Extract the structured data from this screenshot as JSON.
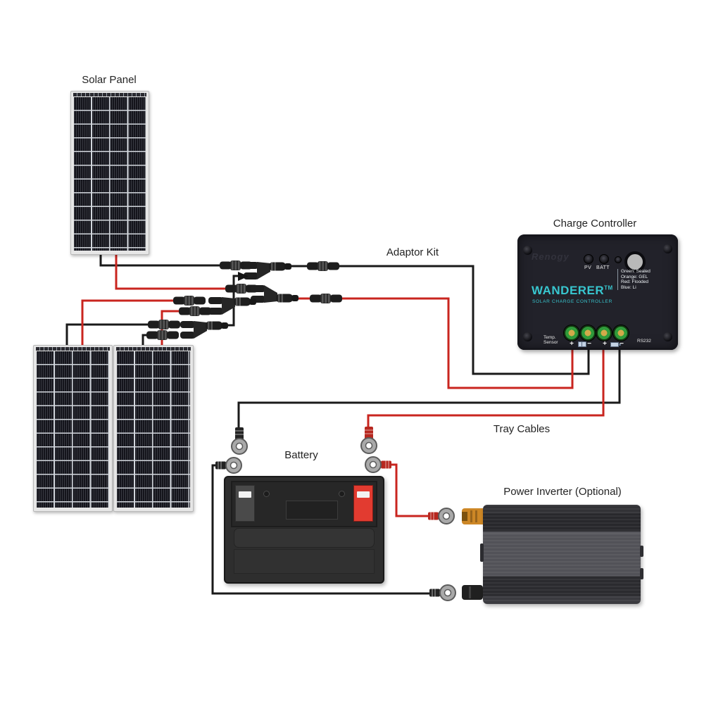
{
  "colors": {
    "wire_red": "#c9251f",
    "wire_black": "#1a1a1a",
    "controller_body": "#22222a",
    "brand_teal": "#38c6cf",
    "terminal_green": "#2f9b3a",
    "terminal_gold": "#d2aa4a",
    "battery_positive_red": "#e23b30",
    "inverter_orange": "#cd8726",
    "panel_cell": "#14141b"
  },
  "labels": {
    "solar_panel": "Solar Panel",
    "adaptor_kit": "Adaptor Kit",
    "charge_controller": "Charge Controller",
    "tray_cables": "Tray Cables",
    "battery": "Battery",
    "power_inverter": "Power Inverter (Optional)"
  },
  "controller": {
    "brand_logo": "Renogy",
    "model": "WANDERER",
    "model_tm": "TM",
    "subtitle": "SOLAR CHARGE CONTROLLER",
    "led_pv": "PV",
    "led_batt": "BATT",
    "mode_legend": [
      "Green: Sealed",
      "Orange: GEL",
      "Red: Flooded",
      "Blue: Li"
    ],
    "terminals": {
      "temp_line1": "Temp.",
      "temp_line2": "Sensor",
      "pv_plus": "+",
      "pv_minus": "−",
      "batt_plus": "+",
      "batt_minus": "−",
      "rs232": "RS232"
    }
  }
}
